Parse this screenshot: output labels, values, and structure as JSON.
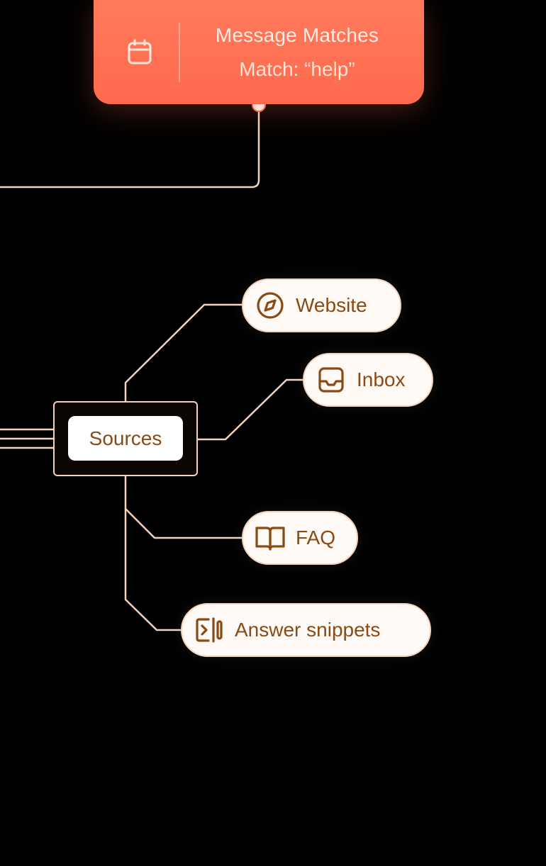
{
  "trigger": {
    "icon": "calendar-icon",
    "title": "Message Matches",
    "subtitle": "Match: “help”",
    "color": "#ff6b4e"
  },
  "hub": {
    "label": "Sources"
  },
  "sources": [
    {
      "key": "website",
      "label": "Website",
      "icon": "compass-icon"
    },
    {
      "key": "inbox",
      "label": "Inbox",
      "icon": "inbox-tray-icon"
    },
    {
      "key": "faq",
      "label": "FAQ",
      "icon": "open-book-icon"
    },
    {
      "key": "answer-snippets",
      "label": "Answer snippets",
      "icon": "snippet-code-icon"
    }
  ],
  "colors": {
    "background": "#000000",
    "line": "#f3d3bd",
    "pill_text": "#8a4a15",
    "pill_bg": "#fffaf6"
  }
}
